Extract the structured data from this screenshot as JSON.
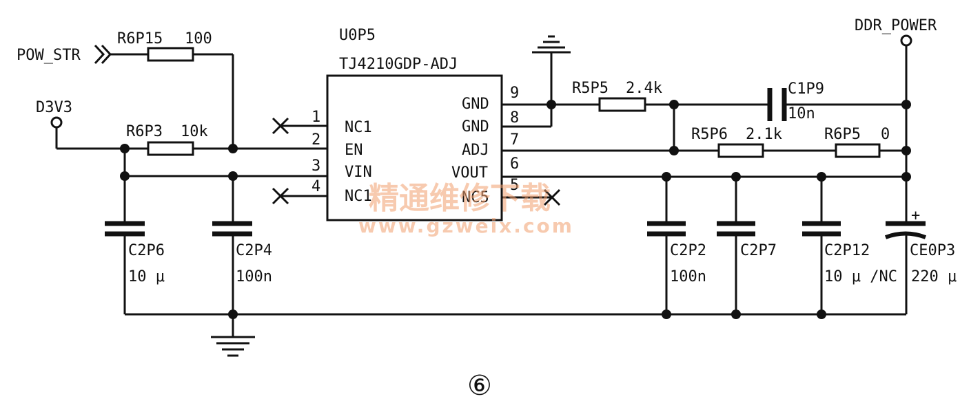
{
  "nets": {
    "pow_str": "POW_STR",
    "d3v3": "D3V3",
    "ddr_power": "DDR_POWER"
  },
  "ic": {
    "ref": "U0P5",
    "part": "TJ4210GDP-ADJ",
    "pins_left": [
      {
        "num": "1",
        "name": "NC1"
      },
      {
        "num": "2",
        "name": "EN"
      },
      {
        "num": "3",
        "name": "VIN"
      },
      {
        "num": "4",
        "name": "NC1"
      }
    ],
    "pins_right": [
      {
        "num": "9",
        "name": "GND"
      },
      {
        "num": "8",
        "name": "GND"
      },
      {
        "num": "7",
        "name": "ADJ"
      },
      {
        "num": "6",
        "name": "VOUT"
      },
      {
        "num": "5",
        "name": "NC5"
      }
    ]
  },
  "resistors": {
    "r6p15": {
      "ref": "R6P15",
      "value": "100"
    },
    "r6p3": {
      "ref": "R6P3",
      "value": "10k"
    },
    "r5p5": {
      "ref": "R5P5",
      "value": "2.4k"
    },
    "r5p6": {
      "ref": "R5P6",
      "value": "2.1k"
    },
    "r6p5": {
      "ref": "R6P5",
      "value": "0"
    }
  },
  "capacitors": {
    "c1p9": {
      "ref": "C1P9",
      "value": "10n"
    },
    "c2p6": {
      "ref": "C2P6",
      "value": "10 μ"
    },
    "c2p4": {
      "ref": "C2P4",
      "value": "100n"
    },
    "c2p2": {
      "ref": "C2P2",
      "value": "100n"
    },
    "c2p7": {
      "ref": "C2P7",
      "value": ""
    },
    "c2p12": {
      "ref": "C2P12",
      "value": "10 μ /NC"
    },
    "ce0p3": {
      "ref": "CE0P3",
      "value": "220 μ",
      "polarity": "+"
    }
  },
  "watermark": {
    "cn": "精通维修下载",
    "url": "www.gzweix.com"
  },
  "figure_label": "⑥"
}
